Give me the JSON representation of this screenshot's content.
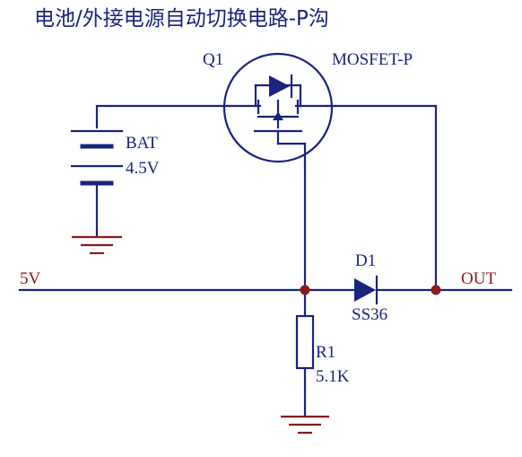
{
  "title": "电池/外接电源自动切换电路-P沟",
  "components": {
    "q1": {
      "ref": "Q1",
      "value": "MOSFET-P"
    },
    "bat": {
      "ref": "BAT",
      "value": "4.5V"
    },
    "d1": {
      "ref": "D1",
      "value": "SS36"
    },
    "r1": {
      "ref": "R1",
      "value": "5.1K"
    }
  },
  "nets": {
    "input": "5V",
    "output": "OUT"
  },
  "colors": {
    "wire": "#1a237e",
    "ground": "#8b1a1a",
    "junction": "#8b1a1a",
    "net_label": "#8b1a1a",
    "text": "#1a237e"
  }
}
